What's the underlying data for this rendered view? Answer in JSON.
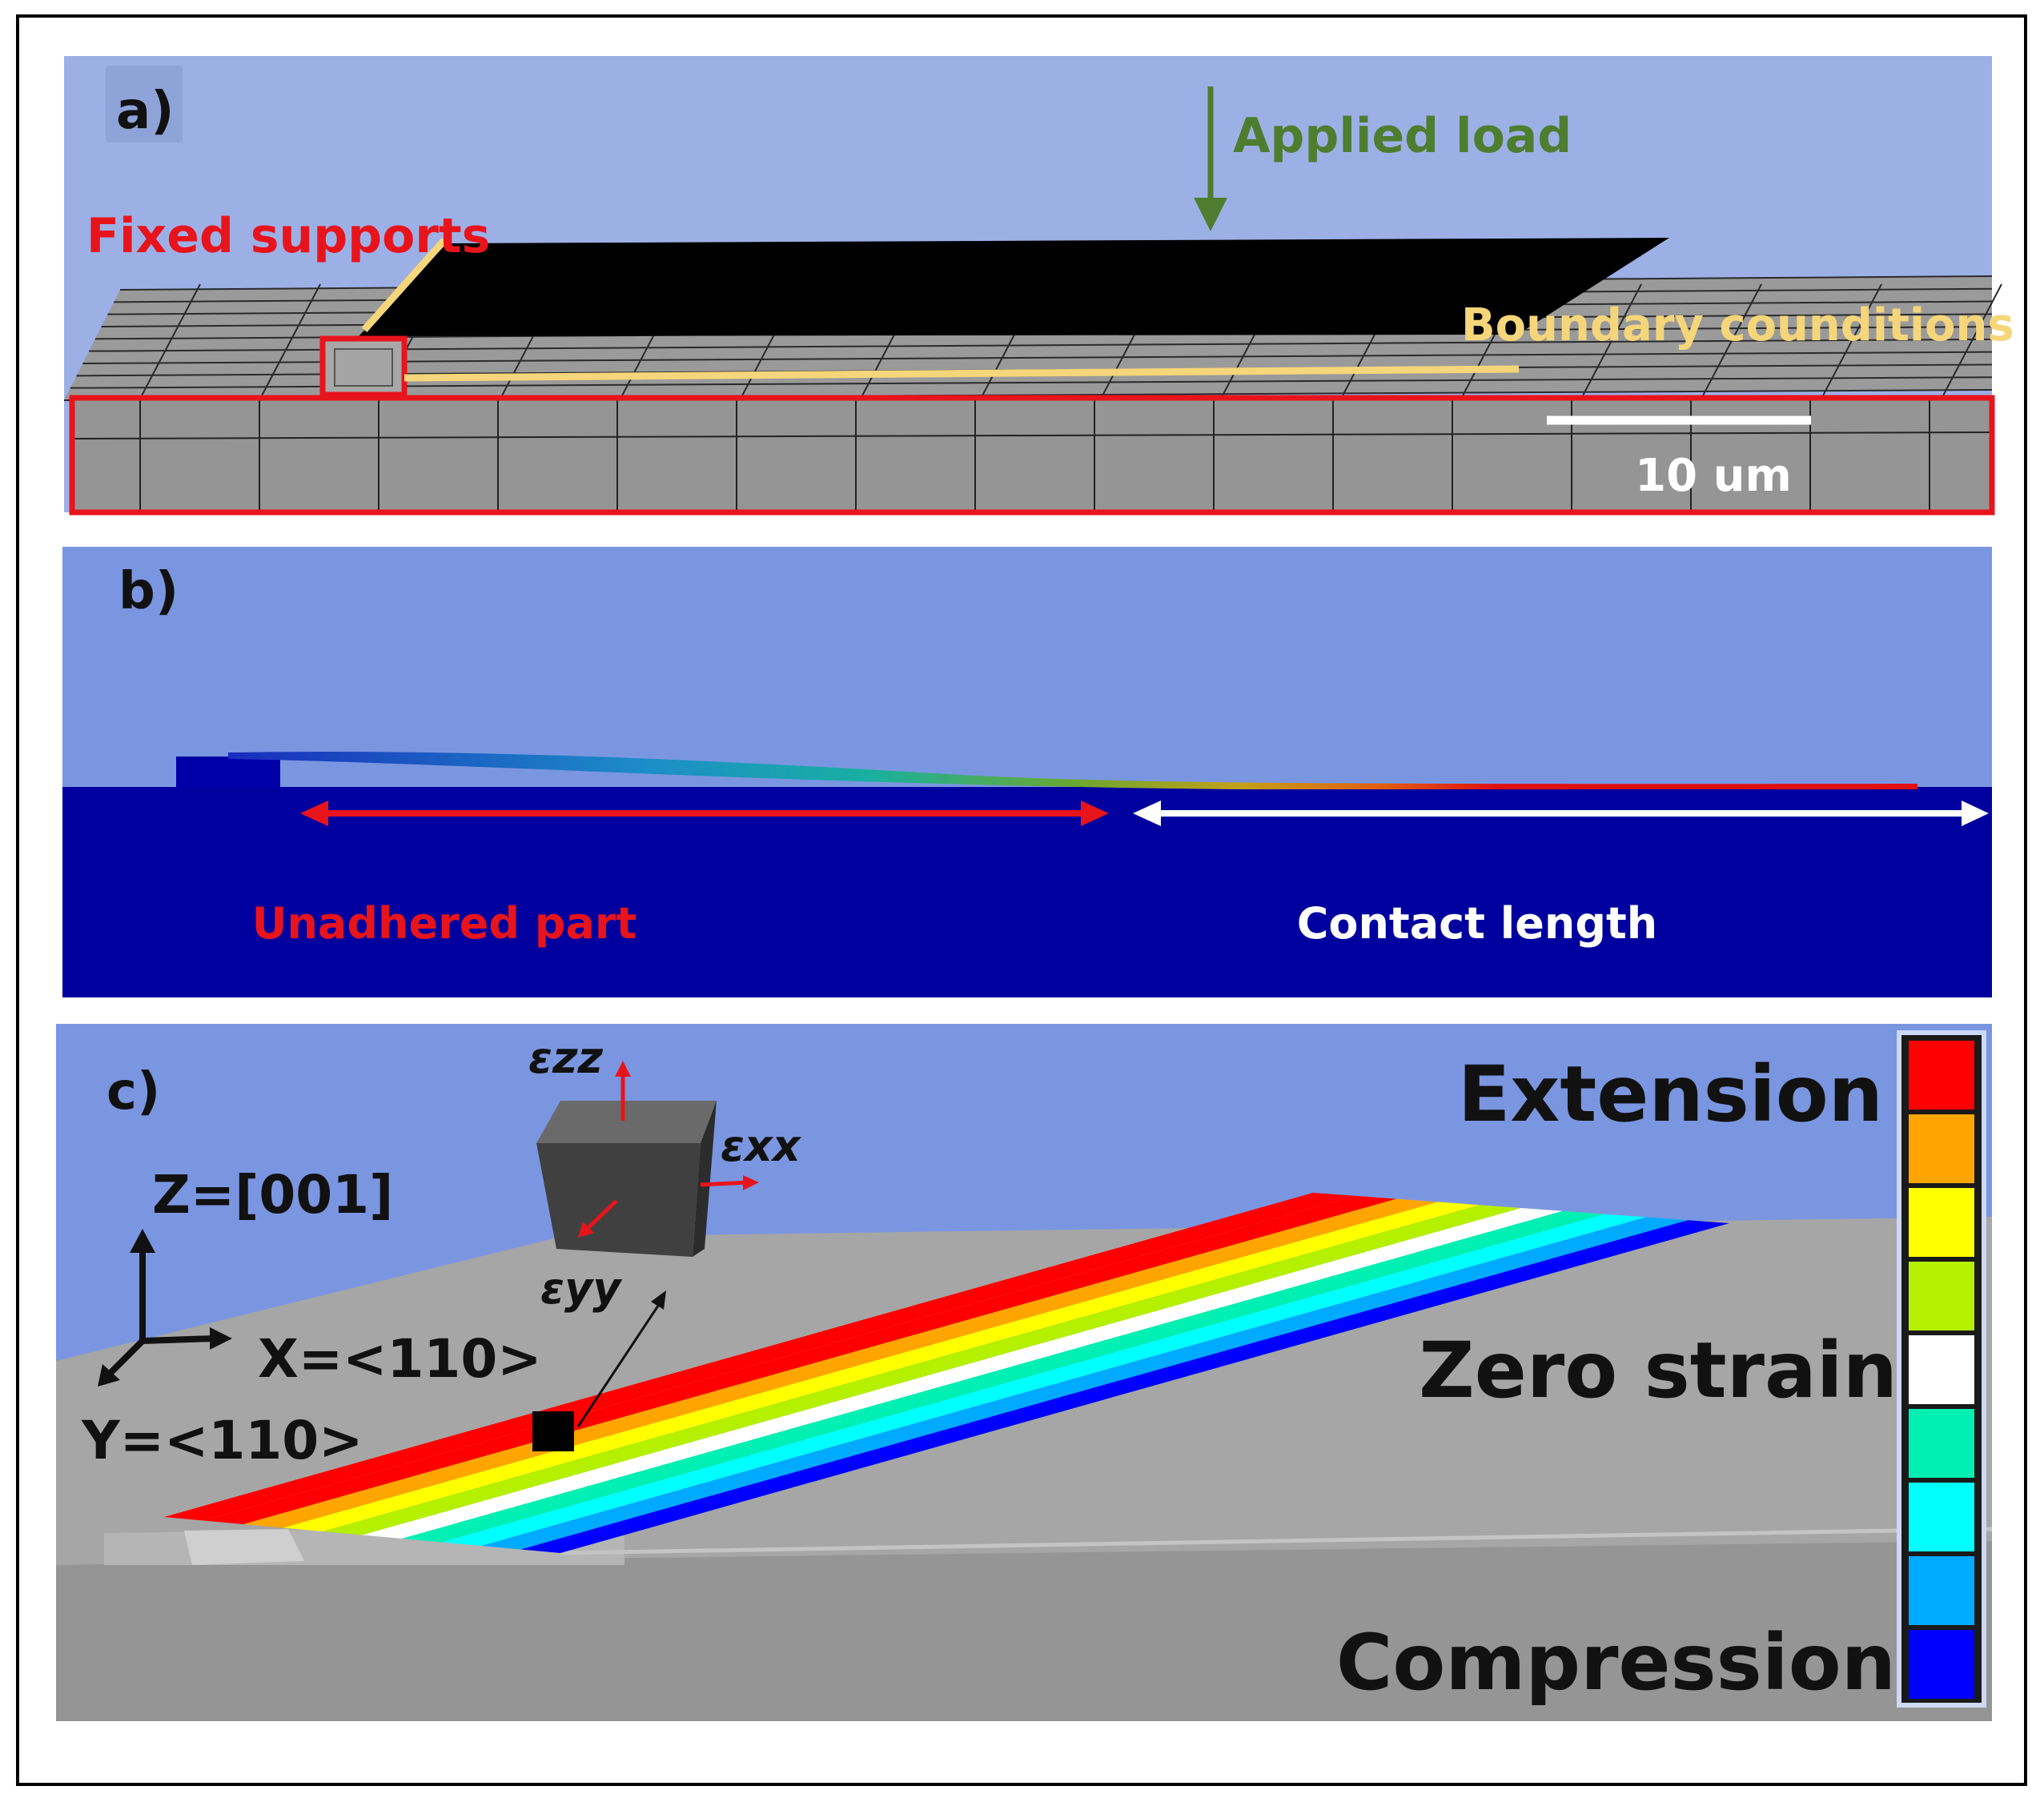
{
  "panels": {
    "a": {
      "label": "a)",
      "applied_load": "Applied load",
      "fixed_supports": "Fixed supports",
      "boundary_conditions": "Boundary counditions",
      "scale_bar": "10 um",
      "colors": {
        "background": "#9db0e6",
        "load": "#4e7d2f",
        "fixed": "#e8141c",
        "boundary": "#f6d67a",
        "mesh": "#8c8c8c"
      }
    },
    "b": {
      "label": "b)",
      "unadhered_part": "Unadhered part",
      "contact_length": "Contact length",
      "colors": {
        "sky": "#7b96e0",
        "substrate": "#00009e",
        "red_arrow": "#e8141c",
        "white_arrow": "#ffffff"
      }
    },
    "c": {
      "label": "c)",
      "strain_zz": "εzz",
      "strain_xx": "εxx",
      "strain_yy": "εyy",
      "axis_z": "Z=[001]",
      "axis_x": "X=<110>",
      "axis_y": "Y=<110>",
      "legend": {
        "extension": "Extension",
        "zero_strain": "Zero strain",
        "compression": "Compression",
        "colors": [
          "#ff0000",
          "#ffa500",
          "#ffff00",
          "#b4f000",
          "#ffffff",
          "#00f0b4",
          "#00ffff",
          "#00aaff",
          "#0000ff"
        ]
      }
    }
  }
}
